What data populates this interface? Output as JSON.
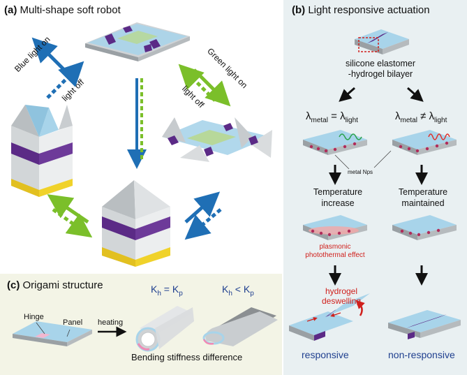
{
  "panel_a": {
    "letter": "(a)",
    "title": "Multi-shape soft robot",
    "blue_on": "Blue light on",
    "blue_off": "light off",
    "green_on": "Green light on",
    "green_off": "light off"
  },
  "panel_b": {
    "letter": "(b)",
    "title": "Light responsive actuation",
    "bilayer_line1": "silicone elastomer",
    "bilayer_line2": "-hydrogel bilayer",
    "lambda": "λ",
    "sub_metal": "metal",
    "sub_light": "light",
    "eq": "=",
    "neq": "≠",
    "nps": "metal Nps",
    "temp_inc_1": "Temperature",
    "temp_inc_2": "increase",
    "temp_main_1": "Temperature",
    "temp_main_2": "maintained",
    "plasmonic_1": "plasmonic",
    "plasmonic_2": "photothermal effect",
    "deswell_1": "hydrogel",
    "deswell_2": "deswelling",
    "responsive": "responsive",
    "non_responsive": "non-responsive"
  },
  "panel_c": {
    "letter": "(c)",
    "title": "Origami structure",
    "hinge": "Hinge",
    "panel": "Panel",
    "heating": "heating",
    "k": "K",
    "sub_h": "h",
    "sub_p": "p",
    "eq": "=",
    "lt": "<",
    "bending": "Bending stiffness difference"
  },
  "colors": {
    "blue_arrow": "#1f6fb5",
    "green_arrow": "#7bbf2a",
    "purple": "#5b2a86",
    "hydrogel": "#a8d4ea",
    "red_label": "#d0201c",
    "navy_label": "#1f3f8f"
  }
}
